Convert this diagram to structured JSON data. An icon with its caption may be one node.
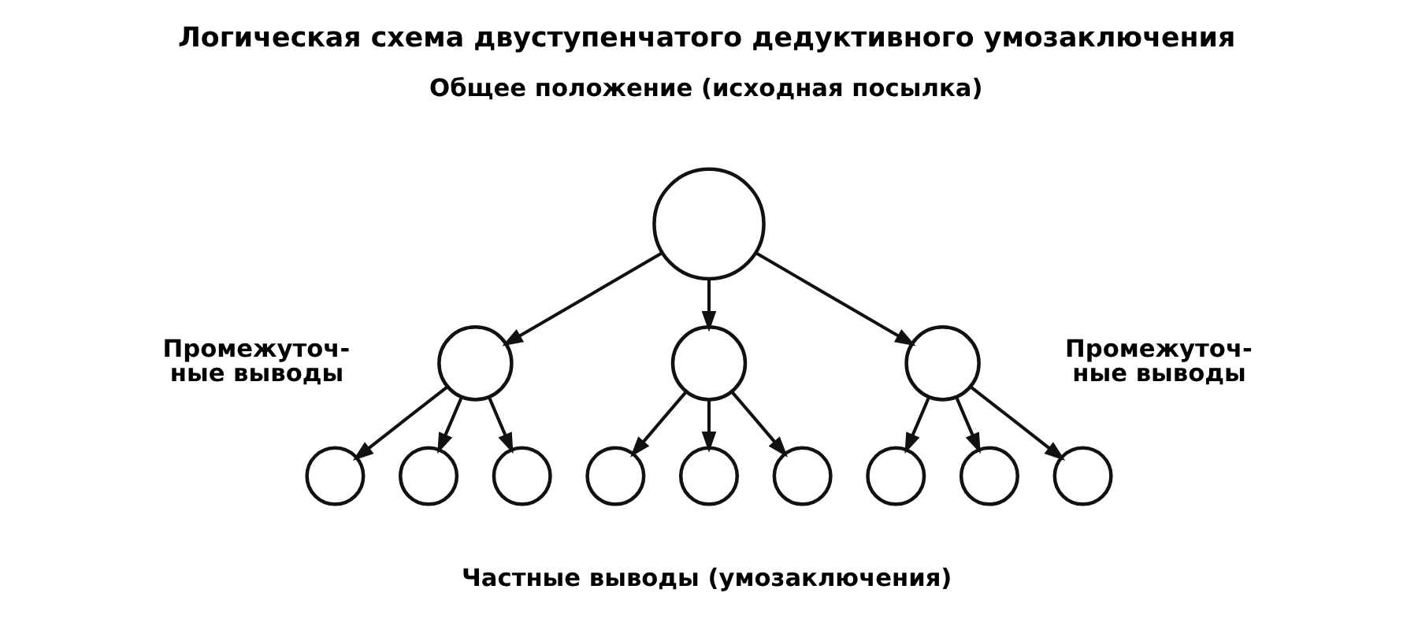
{
  "diagram": {
    "title": "Логическая схема двуступенчатого дедуктивного умозаключения",
    "nodes": [
      {
        "text": [],
        "shape": "circle",
        "beside": [
          "Общее положение (исходная посылка)"
        ]
      },
      {
        "text": [],
        "shape": "circle",
        "beside": [
          "Промежуточ- ные выводы"
        ]
      },
      {
        "text": [],
        "shape": "circle"
      },
      {
        "text": [],
        "shape": "circle",
        "beside": [
          "Промежуточ- ные выводы"
        ]
      },
      {
        "text": [],
        "shape": "circle"
      },
      {
        "text": [],
        "shape": "circle"
      },
      {
        "text": [],
        "shape": "circle"
      },
      {
        "text": [],
        "shape": "circle"
      },
      {
        "text": [],
        "shape": "circle"
      },
      {
        "text": [],
        "shape": "circle"
      },
      {
        "text": [],
        "shape": "circle"
      },
      {
        "text": [],
        "shape": "circle"
      },
      {
        "text": [],
        "shape": "circle"
      }
    ],
    "edges": [
      {
        "from": 0,
        "to": 1,
        "arrow": "to"
      },
      {
        "from": 0,
        "to": 2,
        "arrow": "to"
      },
      {
        "from": 0,
        "to": 3,
        "arrow": "to"
      },
      {
        "from": 1,
        "to": 4,
        "arrow": "to"
      },
      {
        "from": 1,
        "to": 5,
        "arrow": "to"
      },
      {
        "from": 1,
        "to": 6,
        "arrow": "to"
      },
      {
        "from": 2,
        "to": 7,
        "arrow": "to"
      },
      {
        "from": 2,
        "to": 8,
        "arrow": "to"
      },
      {
        "from": 2,
        "to": 9,
        "arrow": "to"
      },
      {
        "from": 3,
        "to": 10,
        "arrow": "to"
      },
      {
        "from": 3,
        "to": 11,
        "arrow": "to"
      },
      {
        "from": 3,
        "to": 12,
        "arrow": "to"
      }
    ],
    "labels": [
      "Частные выводы (умозаключения)"
    ]
  }
}
